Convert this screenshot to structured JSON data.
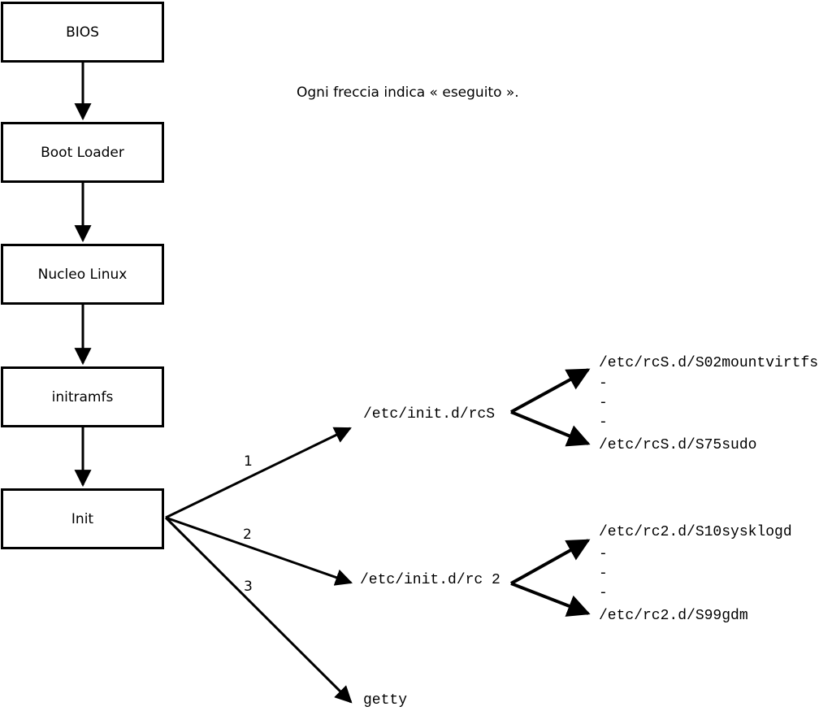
{
  "caption": "Ogni freccia indica « eseguito ».",
  "boxes": {
    "bios": "BIOS",
    "boot_loader": "Boot Loader",
    "kernel": "Nucleo Linux",
    "initramfs": "initramfs",
    "init": "Init"
  },
  "branches": {
    "b1": {
      "number": "1",
      "target": "/etc/init.d/rcS"
    },
    "b2": {
      "number": "2",
      "target": "/etc/init.d/rc 2"
    },
    "b3": {
      "number": "3",
      "target": "getty"
    }
  },
  "rcS_scripts": {
    "first": "/etc/rcS.d/S02mountvirtfs",
    "ellipsis": [
      "-",
      "-",
      "-"
    ],
    "last": "/etc/rcS.d/S75sudo"
  },
  "rc2_scripts": {
    "first": "/etc/rc2.d/S10sysklogd",
    "ellipsis": [
      "-",
      "-",
      "-"
    ],
    "last": "/etc/rc2.d/S99gdm"
  },
  "colors": {
    "line": "#000000",
    "background": "#ffffff"
  }
}
